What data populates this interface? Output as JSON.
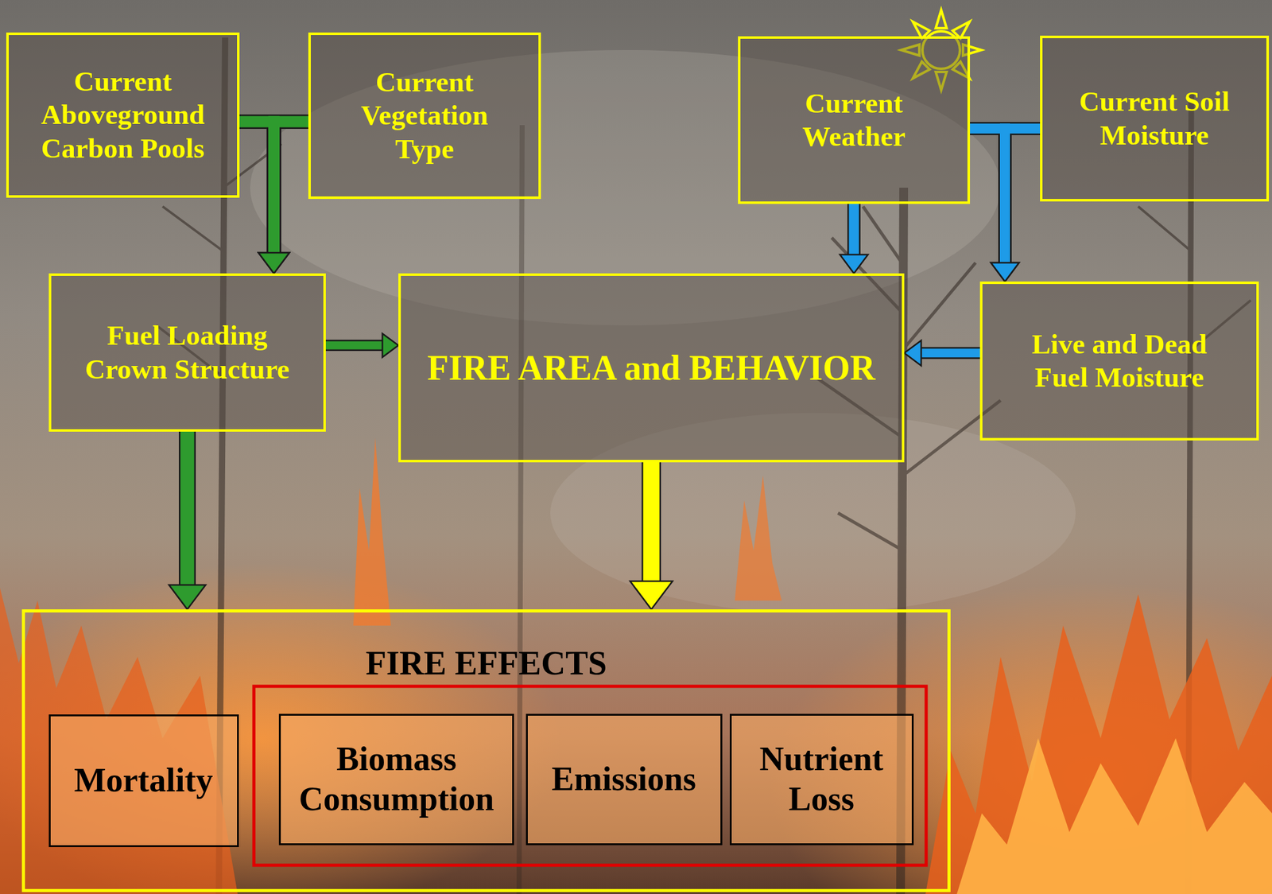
{
  "diagram": {
    "nodes": [
      {
        "text": [
          "Current Aboveground Carbon Pools"
        ]
      },
      {
        "text": [
          "Current Vegetation Type"
        ]
      },
      {
        "text": [
          "Current Weather"
        ]
      },
      {
        "text": [
          "Current Soil Moisture"
        ]
      },
      {
        "text": [
          "Fuel Loading Crown Structure"
        ]
      },
      {
        "text": [
          "FIRE AREA and BEHAVIOR"
        ]
      },
      {
        "text": [
          "Live and Dead Fuel Moisture"
        ]
      },
      {
        "text": [
          "FIRE EFFECTS"
        ]
      },
      {
        "text": [
          "Mortality"
        ],
        "in": 7
      },
      {
        "text": [
          "Biomass Consumption"
        ],
        "in": 7
      },
      {
        "text": [
          "Emissions"
        ],
        "in": 7
      },
      {
        "text": [
          "Nutrient Loss"
        ],
        "in": 7
      }
    ],
    "edges": [
      {
        "from": 0,
        "to": 4,
        "arrow": "to"
      },
      {
        "from": 1,
        "to": 4,
        "arrow": "to"
      },
      {
        "from": 2,
        "to": 6,
        "arrow": "to"
      },
      {
        "from": 3,
        "to": 6,
        "arrow": "to"
      },
      {
        "from": 2,
        "to": 5,
        "arrow": "to"
      },
      {
        "from": 4,
        "to": 5,
        "arrow": "to"
      },
      {
        "from": 6,
        "to": 5,
        "arrow": "to"
      },
      {
        "from": 4,
        "to": 7,
        "arrow": "to"
      },
      {
        "from": 5,
        "to": 7,
        "arrow": "to"
      }
    ]
  }
}
